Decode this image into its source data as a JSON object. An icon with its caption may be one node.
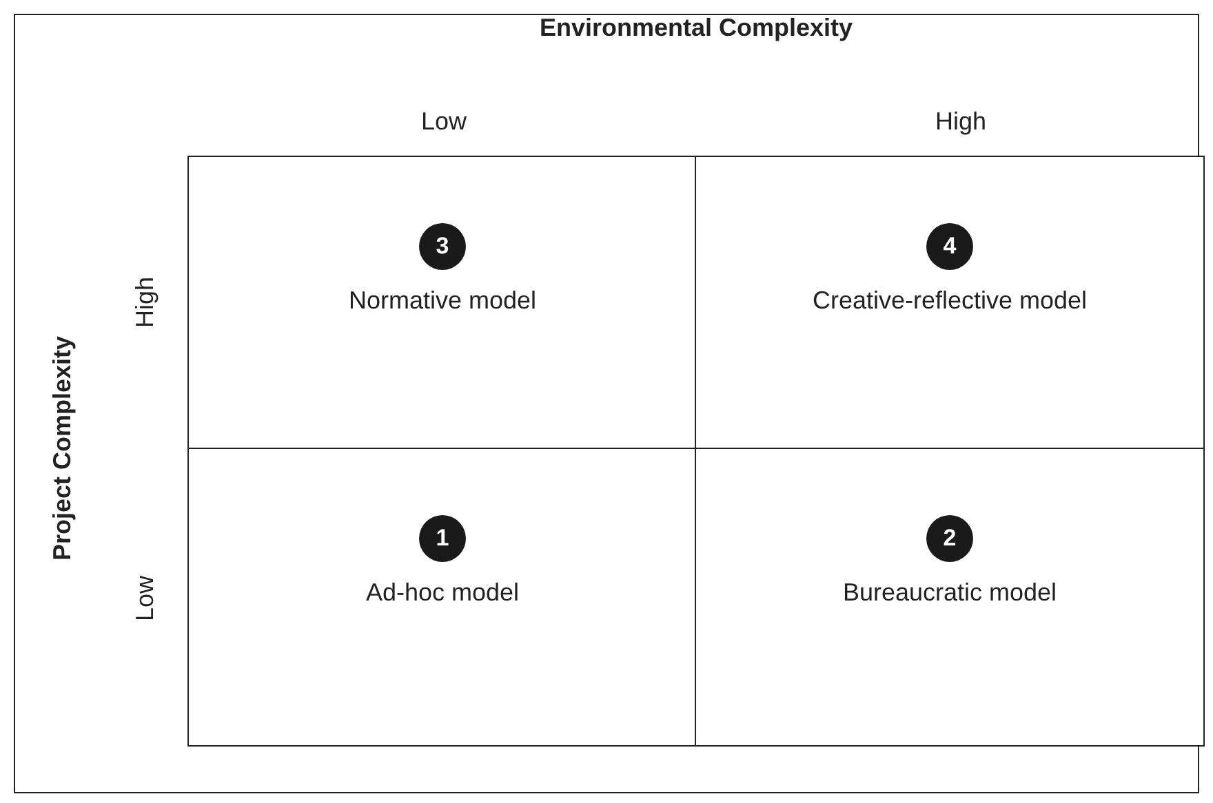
{
  "diagram": {
    "nodes": [
      {
        "text": [
          "3",
          "Normative model"
        ]
      },
      {
        "text": [
          "4",
          "Creative-reflective model"
        ]
      },
      {
        "text": [
          "1",
          "Ad-hoc model"
        ]
      },
      {
        "text": [
          "2",
          "Bureaucratic model"
        ]
      }
    ],
    "labels": [
      "Environmental Complexity",
      "Low",
      "High",
      "Project Complexity",
      "High",
      "Low"
    ]
  }
}
